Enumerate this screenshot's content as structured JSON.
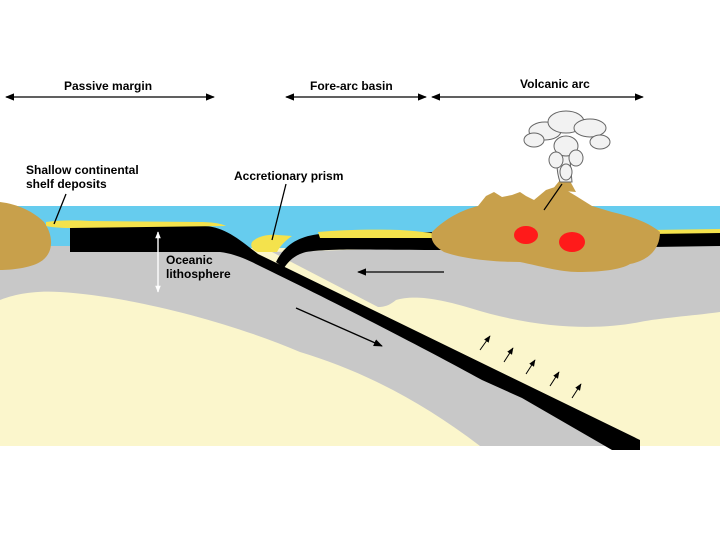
{
  "diagram": {
    "headers": {
      "passive_margin": "Passive margin",
      "fore_arc_basin": "Fore-arc basin",
      "volcanic_arc": "Volcanic arc"
    },
    "labels": {
      "shelf_line1": "Shallow continental",
      "shelf_line2": "shelf deposits",
      "accretionary_prism": "Accretionary prism",
      "oceanic_line1": "Oceanic",
      "oceanic_line2": "lithosphere"
    },
    "colors": {
      "ocean": "#66ccee",
      "continental_crust": "#c8a04b",
      "lithosphere": "#c8c8c8",
      "mantle": "#fbf6cc",
      "sediment": "#f4e24c",
      "magma": "#ff1a1a",
      "oceanic_crust": "#000000"
    }
  }
}
